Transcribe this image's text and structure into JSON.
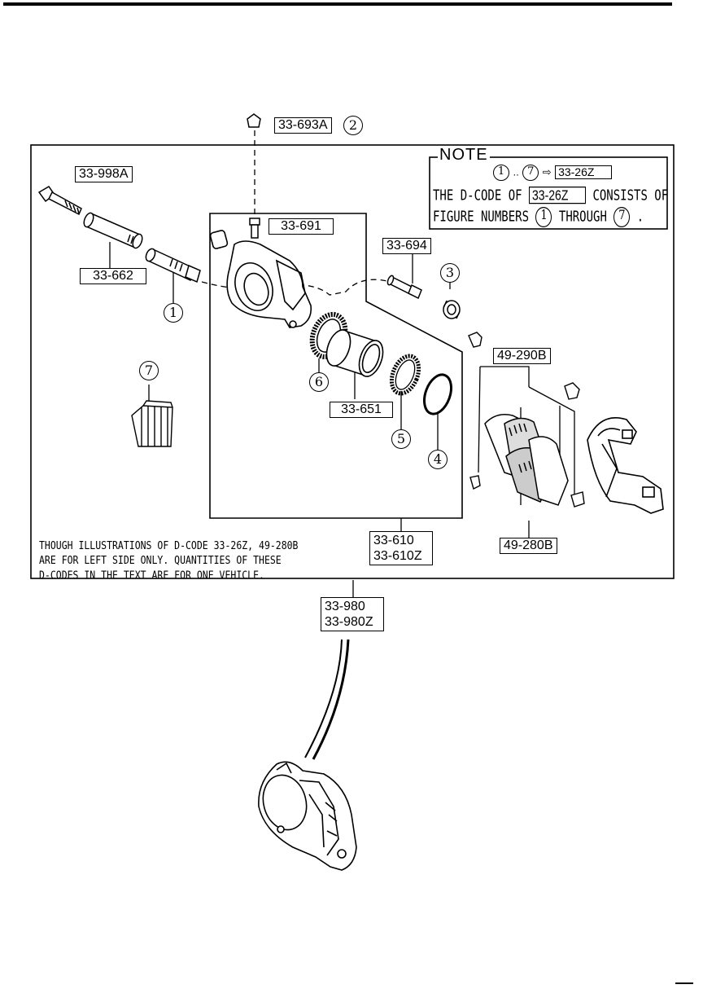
{
  "note": {
    "title": "NOTE",
    "range_from": "1",
    "range_to": "7",
    "range_code": "33-26Z",
    "line1_a": "THE D-CODE OF",
    "line1_code": "33-26Z",
    "line1_b": "CONSISTS OF",
    "line2_a": "FIGURE NUMBERS",
    "line2_from": "1",
    "line2_mid": "THROUGH",
    "line2_to": "7",
    "line2_end": "."
  },
  "callouts": {
    "c_33_693A": "33-693A",
    "c_33_998A": "33-998A",
    "c_33_691": "33-691",
    "c_33_694": "33-694",
    "c_33_662": "33-662",
    "c_49_290B": "49-290B",
    "c_33_651": "33-651",
    "c_33_610": "33-610",
    "c_33_610Z": "33-610Z",
    "c_49_280B": "49-280B",
    "c_33_980": "33-980",
    "c_33_980Z": "33-980Z"
  },
  "figure_numbers": {
    "n1": "1",
    "n2": "2",
    "n3": "3",
    "n4": "4",
    "n5": "5",
    "n6": "6",
    "n7": "7"
  },
  "disclaimer": {
    "line1": "THOUGH ILLUSTRATIONS OF D-CODE 33-26Z, 49-280B",
    "line2": "ARE FOR LEFT SIDE ONLY. QUANTITIES OF THESE",
    "line3": "D-CODES IN THE TEXT ARE FOR ONE VEHICLE."
  }
}
